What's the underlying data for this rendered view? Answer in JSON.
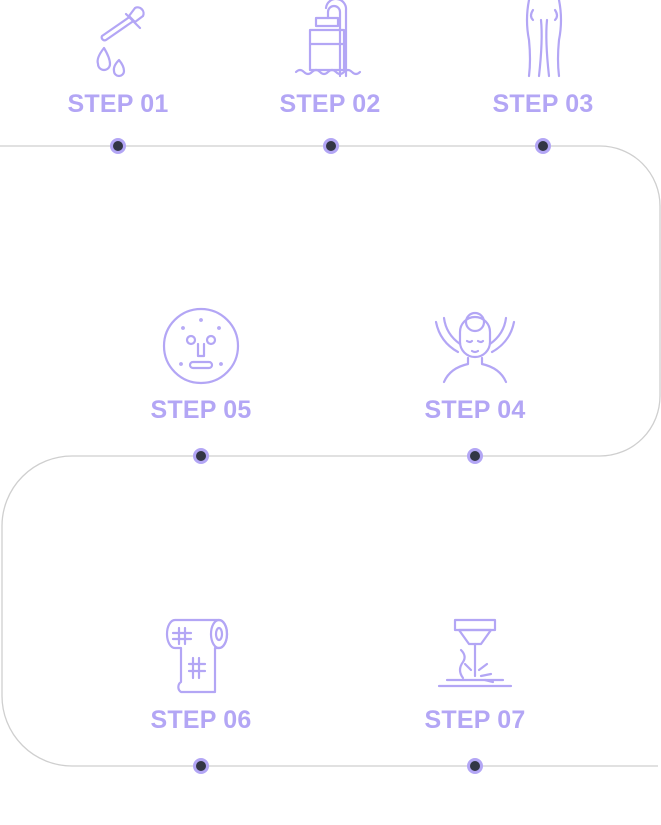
{
  "colors": {
    "accent": "#b3a6f5",
    "dot": "#333645",
    "track": "#cfcfcf"
  },
  "steps": [
    {
      "label": "STEP 01",
      "icon": "dropper-icon"
    },
    {
      "label": "STEP 02",
      "icon": "shower-icon"
    },
    {
      "label": "STEP 03",
      "icon": "legs-icon"
    },
    {
      "label": "STEP 04",
      "icon": "face-massage-icon"
    },
    {
      "label": "STEP 05",
      "icon": "face-mask-icon"
    },
    {
      "label": "STEP 06",
      "icon": "mesh-roll-icon"
    },
    {
      "label": "STEP 07",
      "icon": "laser-icon"
    }
  ]
}
